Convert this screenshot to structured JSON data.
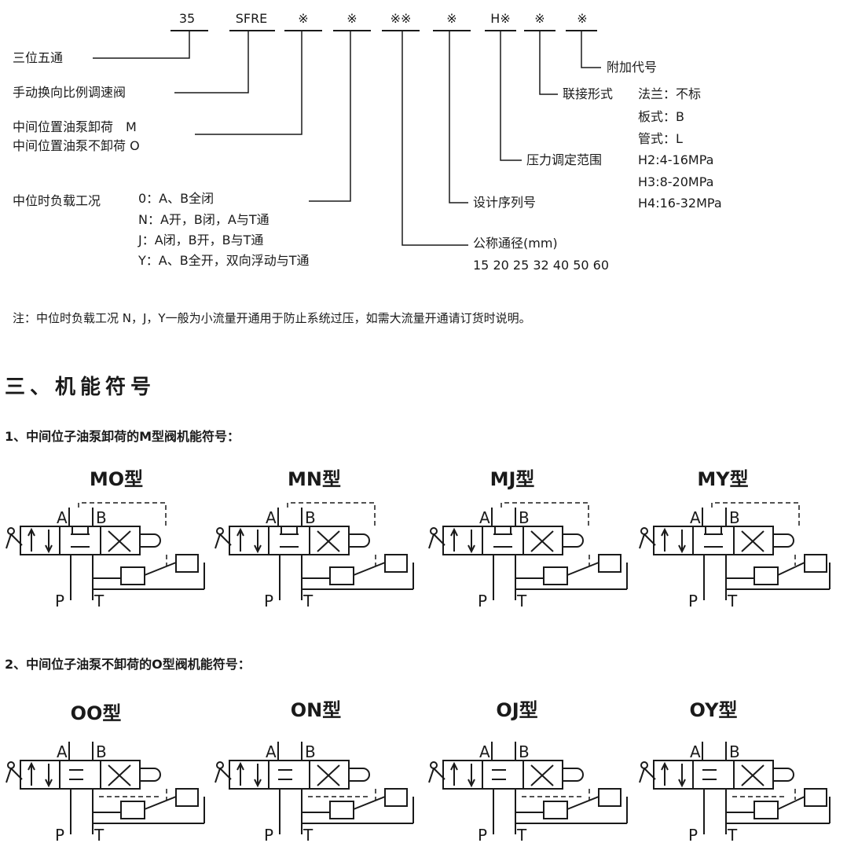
{
  "model_code": {
    "segments": [
      "35",
      "SFRE",
      "※",
      "※",
      "※※",
      "※",
      "H※",
      "※",
      "※"
    ]
  },
  "left_labels": {
    "three_pos_five_way": "三位五通",
    "manual_valve": "手动换向比例调速阀",
    "pump_unload_m": "中间位置油泵卸荷　M",
    "pump_no_unload_o": "中间位置油泵不卸荷 O",
    "load_condition_title": "中位时负载工况",
    "load_condition_items": [
      "0：A、B全闭",
      "N：A开，B闭，A与T通",
      "J：A闭，B开，B与T通",
      "Y：A、B全开，双向浮动与T通"
    ]
  },
  "right_labels": {
    "additional_code": "附加代号",
    "connection_title": "联接形式",
    "connection_items": [
      "法兰：不标",
      "板式：B",
      "管式：L"
    ],
    "pressure_title": "压力调定范围",
    "pressure_items": [
      "H2:4-16MPa",
      "H3:8-20MPa",
      "H4:16-32MPa"
    ],
    "design_serial": "设计序列号",
    "nominal_diameter_title": "公称通径(mm)",
    "nominal_diameter_values": "15  20  25  32  40  50  60"
  },
  "note": "注：中位时负载工况 N，J，Y一般为小流量开通用于防止系统过压，如需大流量开通请订货时说明。",
  "section_title": "三、机能符号",
  "m_group": {
    "heading": "1、中间位子油泵卸荷的M型阀机能符号：",
    "titles": [
      "MO型",
      "MN型",
      "MJ型",
      "MY型"
    ]
  },
  "o_group": {
    "heading": "2、中间位子油泵不卸荷的O型阀机能符号：",
    "titles": [
      "OO型",
      "ON型",
      "OJ型",
      "OY型"
    ]
  },
  "ports": {
    "a": "A",
    "b": "B",
    "p": "P",
    "t": "T"
  }
}
